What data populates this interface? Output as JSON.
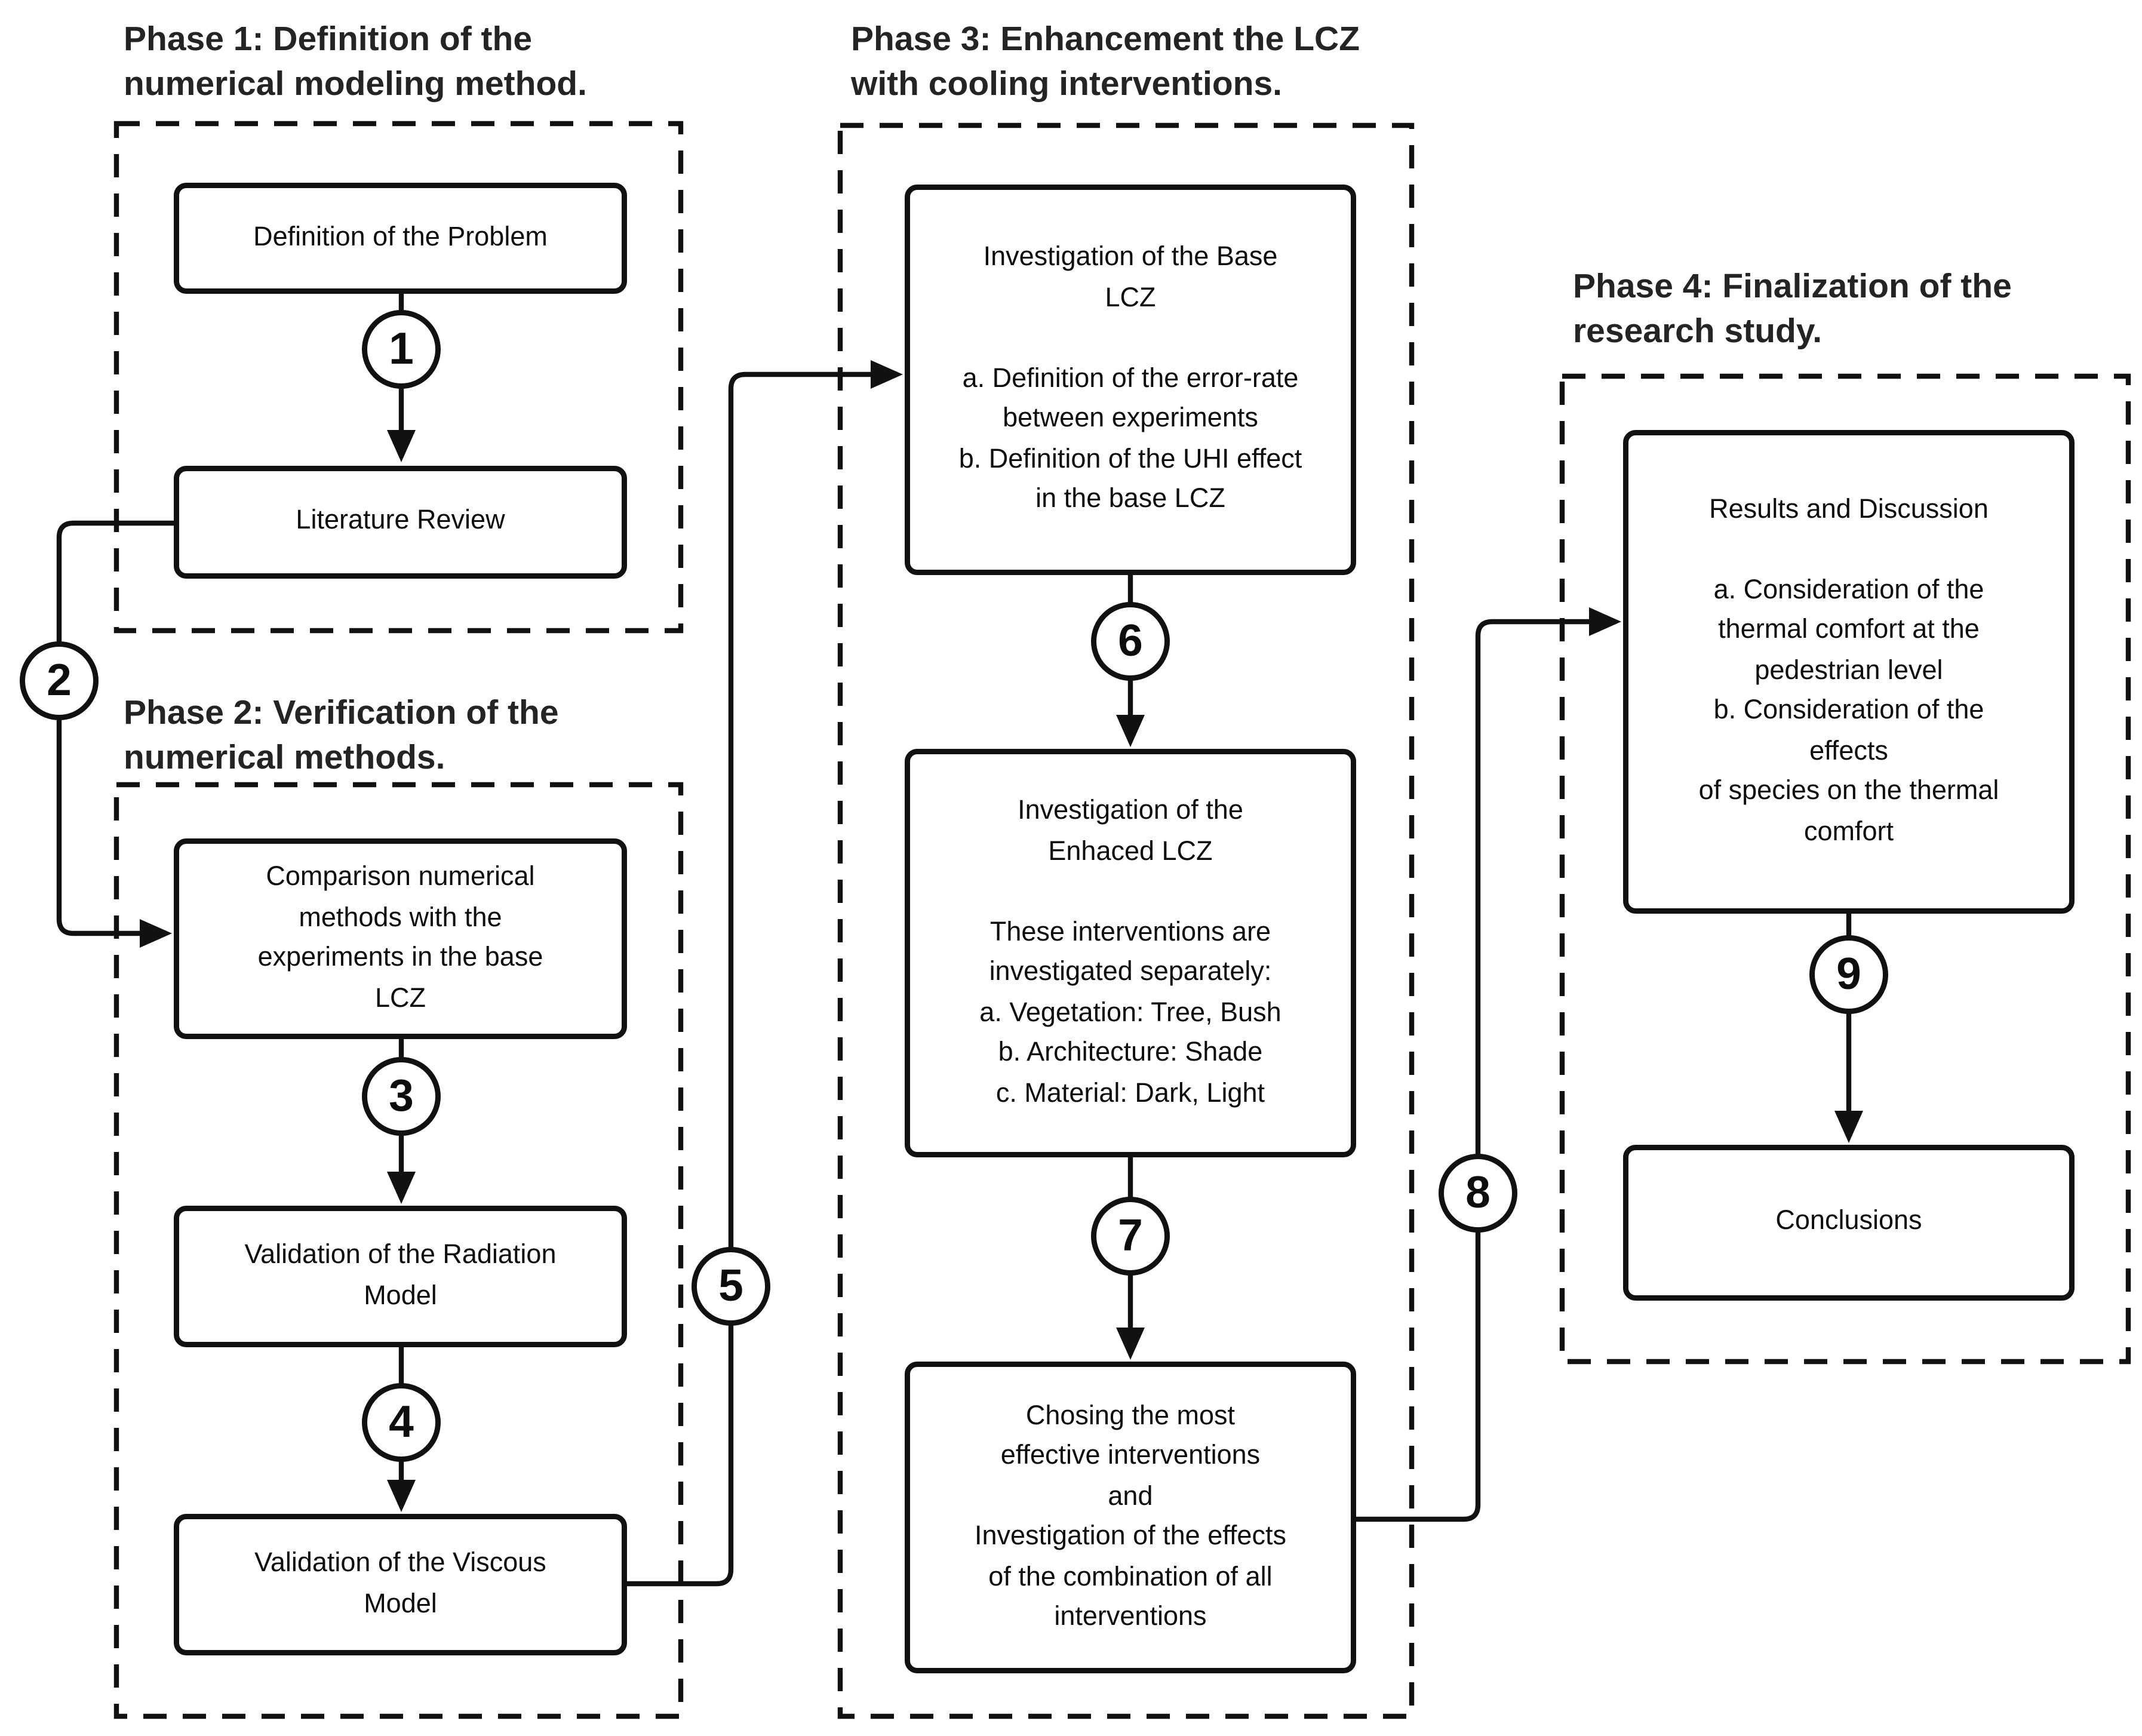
{
  "diagram": {
    "background_color": "#ffffff",
    "line_color": "#111111",
    "phases": [
      {
        "title": "Phase 1: Definition of the\nnumerical modeling method."
      },
      {
        "title": "Phase 2: Verification of the\nnumerical methods."
      },
      {
        "title": "Phase 3: Enhancement the LCZ\nwith cooling interventions."
      },
      {
        "title": "Phase 4: Finalization of the\nresearch study."
      }
    ],
    "nodes": [
      {
        "id": "definition-of-the-problem",
        "text": "Definition of the Problem"
      },
      {
        "id": "literature-review",
        "text": "Literature Review"
      },
      {
        "id": "comparison-numerical-methods",
        "text": "Comparison numerical\nmethods with the\nexperiments in the base\nLCZ"
      },
      {
        "id": "validation-radiation-model",
        "text": "Validation of the Radiation\nModel"
      },
      {
        "id": "validation-viscous-model",
        "text": "Validation of the Viscous\nModel"
      },
      {
        "id": "investigation-base-lcz",
        "text": "Investigation of the Base\nLCZ\n\na. Definition of the error-rate\nbetween experiments\nb. Definition of the UHI effect\nin the base LCZ"
      },
      {
        "id": "investigation-enhanced-lcz",
        "text": "Investigation of the\nEnhaced LCZ\n\nThese interventions are\ninvestigated separately:\na. Vegetation: Tree, Bush\nb. Architecture: Shade\nc. Material: Dark, Light"
      },
      {
        "id": "chosing-most-effective-interventions",
        "text": "Chosing the most\neffective interventions\nand\nInvestigation of the effects\nof the combination of all\ninterventions"
      },
      {
        "id": "results-and-discussion",
        "text": "Results and Discussion\n\na. Consideration of the\nthermal comfort at the\npedestrian level\nb. Consideration of the\neffects\nof species on the thermal\ncomfort"
      },
      {
        "id": "conclusions",
        "text": "Conclusions"
      }
    ],
    "steps": [
      "1",
      "2",
      "3",
      "4",
      "5",
      "6",
      "7",
      "8",
      "9"
    ]
  }
}
